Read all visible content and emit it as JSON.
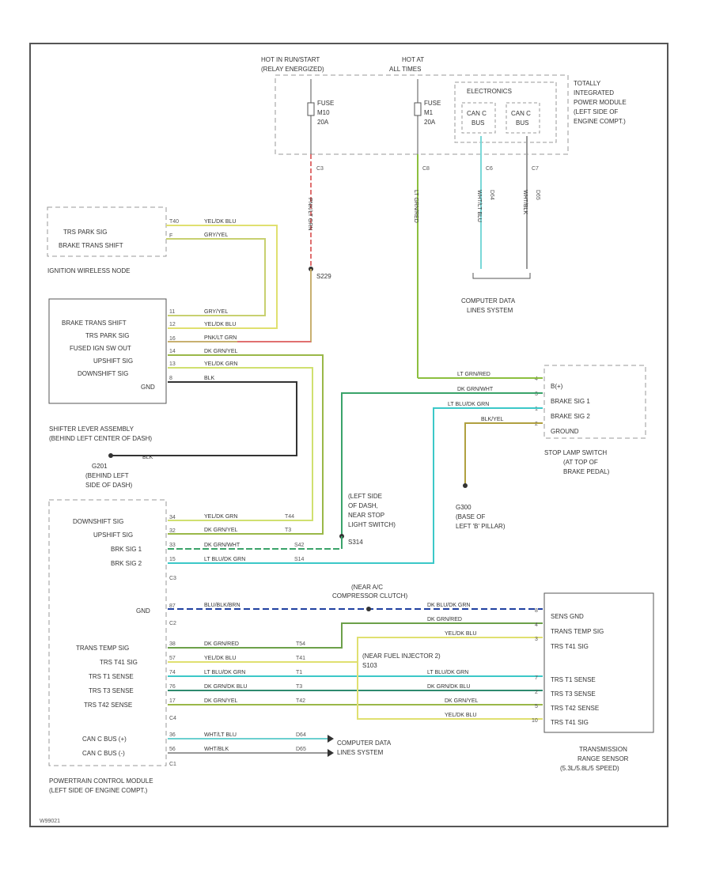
{
  "colors": {
    "yel_blu": "#e0e070",
    "gry_yel": "#c8d070",
    "pnk_red_gry": "#e07070",
    "dk_gry_yel": "#9ab848",
    "yel_grn": "#d0e070",
    "blk": "#333333",
    "lt_grn_red": "#8cbf3f",
    "dk_grn_wht": "#3aa36a",
    "lt_blu_grn": "#3cc8c8",
    "blk_yel": "#b0a040",
    "blu_blk_brn": "#2040a0",
    "dk_blu_grn": "#3a7ab0",
    "dk_grn_red": "#6ca04a",
    "dk_grn_blu": "#2e8a6e",
    "wht_lt_blu": "#7ad8d8",
    "wht_blk": "#999999",
    "wht_blu": "#6cd0d0",
    "pnk_gry": "#c06080",
    "lt_grn_red2": "#7cb048"
  },
  "labels": {
    "hot_run_start": "HOT IN RUN/START",
    "relay_energized": "(RELAY ENERGIZED)",
    "hot_at_all_times": "HOT AT",
    "all_times": "ALL TIMES",
    "electronics": "ELECTRONICS",
    "tipm_1": "TOTALLY",
    "tipm_2": "INTEGRATED",
    "tipm_3": "POWER MODULE",
    "tipm_4": "(LEFT SIDE OF",
    "tipm_5": "ENGINE COMPT.)",
    "fuse_a": "FUSE",
    "fuse_a_num": "M10",
    "fuse_a_amp": "20A",
    "fuse_b": "FUSE",
    "fuse_b_num": "M1",
    "fuse_b_amp": "20A",
    "canc_bus_plus": "CAN C",
    "bus_plus": "BUS",
    "canc_bus_minus": "CAN C",
    "bus_minus": "BUS",
    "wireless_node": "IGNITION WIRELESS NODE",
    "trs_park_sig": "TRS PARK SIG",
    "brake_trans_shift": "BRAKE TRANS SHIFT",
    "s229": "S229",
    "cdl_1": "COMPUTER DATA",
    "cdl_2": "LINES SYSTEM",
    "sh_brake_trans_shift": "BRAKE TRANS SHIFT",
    "sh_trs_park_sig": "TRS PARK SIG",
    "sh_fused_ign": "FUSED IGN SW OUT",
    "sh_upshift": "UPSHIFT SIG",
    "sh_downshift": "DOWNSHIFT SIG",
    "sh_gnd": "GND",
    "shifter_1": "SHIFTER LEVER ASSEMBLY",
    "shifter_2": "(BEHIND LEFT CENTER OF DASH)",
    "g201_1": "G201",
    "g201_2": "(BEHIND LEFT",
    "g201_3": "SIDE OF DASH)",
    "stop_b": "B(+)",
    "stop_sig1": "BRAKE SIG 1",
    "stop_sig2": "BRAKE SIG 2",
    "stop_gnd": "GROUND",
    "stop_1": "STOP LAMP SWITCH",
    "stop_2": "(AT TOP OF",
    "stop_3": "BRAKE PEDAL)",
    "g300_1": "G300",
    "g300_2": "(BASE OF",
    "g300_3": "LEFT 'B' PILLAR)",
    "left_dash_1": "(LEFT SIDE",
    "left_dash_2": "OF DASH,",
    "left_dash_3": "NEAR STOP",
    "left_dash_4": "LIGHT SWITCH)",
    "left_dash_5": "S314",
    "pcm_downshift": "DOWNSHIFT SIG",
    "pcm_upshift": "UPSHIFT SIG",
    "pcm_brk1": "BRK SIG 1",
    "pcm_brk2": "BRK SIG 2",
    "pcm_gnd": "GND",
    "pcm_trans_temp": "TRANS TEMP SIG",
    "pcm_trs_t41": "TRS T41 SIG",
    "pcm_trs_t1": "TRS T1 SENSE",
    "pcm_trs_t3": "TRS T3 SENSE",
    "pcm_trs_t42": "TRS T42 SENSE",
    "pcm_canc_plus": "CAN C BUS (+)",
    "pcm_canc_minus": "CAN C BUS (-)",
    "pcm_1": "POWERTRAIN CONTROL MODULE",
    "pcm_2": "(LEFT SIDE OF ENGINE COMPT.)",
    "ac_1": "(NEAR A/C",
    "ac_2": "COMPRESSOR CLUTCH)",
    "inj_1": "(NEAR FUEL INJECTOR 2)",
    "inj_2": "S103",
    "trs_gnd": "SENS GND",
    "trs_trans_temp": "TRANS TEMP SIG",
    "trs_t41": "TRS T41 SIG",
    "trs_t1": "TRS T1 SENSE",
    "trs_t3": "TRS T3 SENSE",
    "trs_t42": "TRS T42 SENSE",
    "trs_t41b": "TRS T41 SIG",
    "trs_1": "TRANSMISSION",
    "trs_2": "RANGE SENSOR",
    "trs_3": "(5.3L/5.8L/5 SPEED)",
    "cdl2_1": "COMPUTER DATA",
    "cdl2_2": "LINES SYSTEM",
    "doc_id": "W99021"
  },
  "wires": {
    "pnk_red_gry": "PNK/LT GRN",
    "lt_grn_red": "LT GRN/RED",
    "wht_lt_blu": "WHT/LT BLU",
    "wht_blk": "WHT/BLK",
    "yel_blu_1": "YEL/DK BLU",
    "gry_yel_1": "GRY/YEL",
    "gry_yel_2": "GRY/YEL",
    "yel_blu_2": "YEL/DK BLU",
    "pnk_red": "PNK/LT GRN",
    "dk_gry_yel": "DK GRN/YEL",
    "yel_grn": "YEL/DK GRN",
    "blk": "BLK",
    "blk2": "BLK",
    "lt_grn_red_b": "LT GRN/RED",
    "dk_grn_wht": "DK GRN/WHT",
    "lt_blu_grn": "LT BLU/DK GRN",
    "blk_yel": "BLK/YEL",
    "pcm_yel_grn": "YEL/DK GRN",
    "pcm_dk_gry_yel": "DK GRN/YEL",
    "pcm_dk_grn_wht": "DK GRN/WHT",
    "pcm_lt_blu_grn": "LT BLU/DK GRN",
    "pcm_blu_blk": "BLU/BLK/BRN",
    "pcm_blu_grn_r": "DK BLU/DK GRN",
    "pcm_dk_grn_red": "DK GRN/RED",
    "pcm_yel_blu": "YEL/DK BLU",
    "pcm_lt_blu_grn2": "LT BLU/DK GRN",
    "pcm_dk_grn_blu": "DK GRN/DK BLU",
    "pcm_dk_gry_yel2": "DK GRN/YEL",
    "pcm_dk_grn_red_r": "DK GRN/RED",
    "pcm_yel_blu_r": "YEL/DK BLU",
    "pcm_lt_blu_grn_r": "LT BLU/DK GRN",
    "pcm_dk_grn_blu_r": "DK GRN/DK BLU",
    "pcm_dk_gry_yel_r": "DK GRN/YEL",
    "pcm_yel_blu_r2": "YEL/DK BLU",
    "pcm_wht_lt_blu": "WHT/LT BLU",
    "pcm_wht_blk": "WHT/BLK"
  },
  "circuits": {
    "t44": "T44",
    "t3": "T3",
    "s42": "S42",
    "s14": "S14",
    "g300_code": "G300",
    "t54": "T54",
    "t41": "T41",
    "t1": "T1",
    "t3b": "T3",
    "t42": "T42",
    "d64": "D64",
    "d65": "D65",
    "d64b": "D64",
    "d65b": "D65",
    "c3": "C3",
    "c8": "C8",
    "c6": "C6",
    "c7": "C7"
  },
  "pins": {
    "p1": "T40",
    "p2": "F",
    "p3": "11",
    "p4": "12",
    "p5": "16",
    "p6": "14",
    "p7": "13",
    "p8": "8",
    "q1": "4",
    "q2": "3",
    "q3": "1",
    "q4": "2",
    "r1": "34",
    "r2": "32",
    "r3": "33",
    "r4": "15",
    "s1": "87",
    "s2": "38",
    "s3": "57",
    "s4": "74",
    "s5": "76",
    "s6": "17",
    "s7": "36",
    "s8": "56",
    "u1": "8",
    "u2": "4",
    "u3": "3",
    "u4": "7",
    "u5": "2",
    "u6": "5",
    "u7": "10",
    "c2": "C2",
    "c3": "C3",
    "c4": "C4",
    "c1": "C1"
  }
}
